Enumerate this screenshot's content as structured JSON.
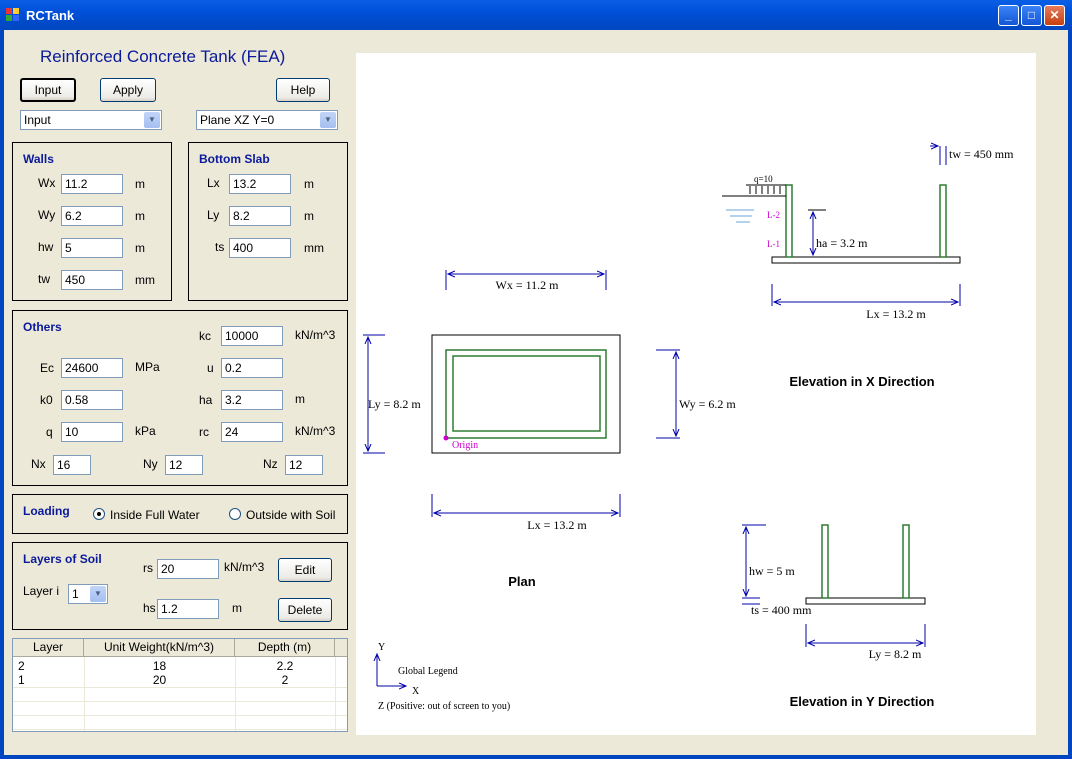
{
  "window": {
    "title": "RCTank",
    "min_label": "_",
    "max_label": "□",
    "close_label": "✕"
  },
  "app_title": "Reinforced Concrete Tank (FEA)",
  "toolbar": {
    "input": "Input",
    "apply": "Apply",
    "help": "Help"
  },
  "combos": {
    "mode": "Input",
    "plane": "Plane XZ Y=0"
  },
  "walls": {
    "title": "Walls",
    "wx_label": "Wx",
    "wx": "11.2",
    "wx_unit": "m",
    "wy_label": "Wy",
    "wy": "6.2",
    "wy_unit": "m",
    "hw_label": "hw",
    "hw": "5",
    "hw_unit": "m",
    "tw_label": "tw",
    "tw": "450",
    "tw_unit": "mm"
  },
  "slab": {
    "title": "Bottom Slab",
    "lx_label": "Lx",
    "lx": "13.2",
    "lx_unit": "m",
    "ly_label": "Ly",
    "ly": "8.2",
    "ly_unit": "m",
    "ts_label": "ts",
    "ts": "400",
    "ts_unit": "mm"
  },
  "others": {
    "title": "Others",
    "kc_label": "kc",
    "kc": "10000",
    "kc_unit": "kN/m^3",
    "ec_label": "Ec",
    "ec": "24600",
    "ec_unit": "MPa",
    "u_label": "u",
    "u": "0.2",
    "k0_label": "k0",
    "k0": "0.58",
    "ha_label": "ha",
    "ha": "3.2",
    "ha_unit": "m",
    "q_label": "q",
    "q": "10",
    "q_unit": "kPa",
    "rc_label": "rc",
    "rc": "24",
    "rc_unit": "kN/m^3",
    "nx_label": "Nx",
    "nx": "16",
    "ny_label": "Ny",
    "ny": "12",
    "nz_label": "Nz",
    "nz": "12"
  },
  "loading": {
    "title": "Loading",
    "inside": "Inside Full Water",
    "outside": "Outside with Soil"
  },
  "soil": {
    "title": "Layers of Soil",
    "layer_label": "Layer i",
    "layer": "1",
    "rs_label": "rs",
    "rs": "20",
    "rs_unit": "kN/m^3",
    "hs_label": "hs",
    "hs": "1.2",
    "hs_unit": "m",
    "edit": "Edit",
    "delete": "Delete"
  },
  "table": {
    "headers": [
      "Layer",
      "Unit Weight(kN/m^3)",
      "Depth (m)"
    ],
    "rows": [
      [
        "2",
        "18",
        "2.2"
      ],
      [
        "1",
        "20",
        "2"
      ]
    ]
  },
  "drawing": {
    "plan_wx": "Wx = 11.2 m",
    "plan_ly": "Ly = 8.2 m",
    "plan_wy": "Wy = 6.2 m",
    "plan_lx": "Lx = 13.2 m",
    "origin": "Origin",
    "plan_title": "Plan",
    "ex_tw": "tw = 450 mm",
    "ex_q": "q=10",
    "ex_l2": "L-2",
    "ex_l1": "L-1",
    "ex_ha": "ha = 3.2 m",
    "ex_lx": "Lx = 13.2 m",
    "ex_title": "Elevation in X Direction",
    "ey_hw": "hw = 5 m",
    "ey_ts": "ts = 400 mm",
    "ey_ly": "Ly = 8.2 m",
    "ey_title": "Elevation in Y Direction",
    "legend_y": "Y",
    "legend_x": "X",
    "legend_title": "Global Legend",
    "legend_z": "Z (Positive: out of screen to you)"
  }
}
